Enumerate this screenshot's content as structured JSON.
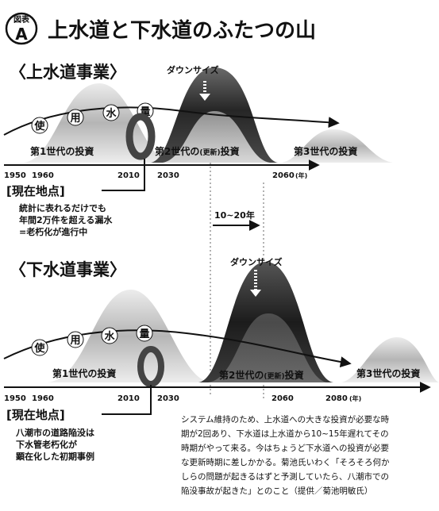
{
  "header": {
    "badge_top": "図表",
    "badge_letter": "A",
    "title": "上水道と下水道のふたつの山"
  },
  "water_supply": {
    "section_title": "〈上水道事業〉",
    "usage_chars": [
      "使",
      "用",
      "水",
      "量"
    ],
    "downsize": "ダウンサイズ",
    "gen1": "第1世代の投資",
    "gen2_prefix": "第2世代の",
    "gen2_small": "(更新)",
    "gen2_suffix": "投資",
    "gen3": "第3世代の投資",
    "axis_years": [
      "1950",
      "1960",
      "2010",
      "2030",
      "2060"
    ],
    "axis_unit": "(年)",
    "now_label": "[現在地点]",
    "note_lines": [
      "統計に表れるだけでも",
      "年間2万件を超える漏水",
      "=老朽化が進行中"
    ]
  },
  "lag": {
    "label": "10~20年"
  },
  "sewer": {
    "section_title": "〈下水道事業〉",
    "usage_chars": [
      "使",
      "用",
      "水",
      "量"
    ],
    "downsize": "ダウンサイズ",
    "gen1": "第1世代の投資",
    "gen2_prefix": "第2世代の",
    "gen2_small": "(更新)",
    "gen2_suffix": "投資",
    "gen3": "第3世代の投資",
    "axis_years": [
      "1950",
      "1960",
      "2010",
      "2030",
      "2060",
      "2080"
    ],
    "axis_unit": "(年)",
    "now_label": "[現在地点]",
    "note_lines": [
      "八潮市の道路陥没は",
      "下水管老朽化が",
      "顕在化した初期事例"
    ]
  },
  "caption_lines": [
    "システム維持のため、上水道への大きな投資が必要な時",
    "期が2回あり、下水道は上水道から10~15年遅れてその",
    "時期がやって来る。今はちょうど下水道への投資が必要",
    "な更新時期に差しかかる。菊池氏いわく「そろそろ何か",
    "しらの問題が起きるはずと予測していたら、八潮市での",
    "陥没事故が起きた」とのこと（提供／菊池明敏氏）"
  ],
  "colors": {
    "ink": "#111111",
    "grey_light": "#bcbcbc",
    "grey_mid": "#8c8c8c",
    "grey_dark": "#3a3a3a"
  }
}
